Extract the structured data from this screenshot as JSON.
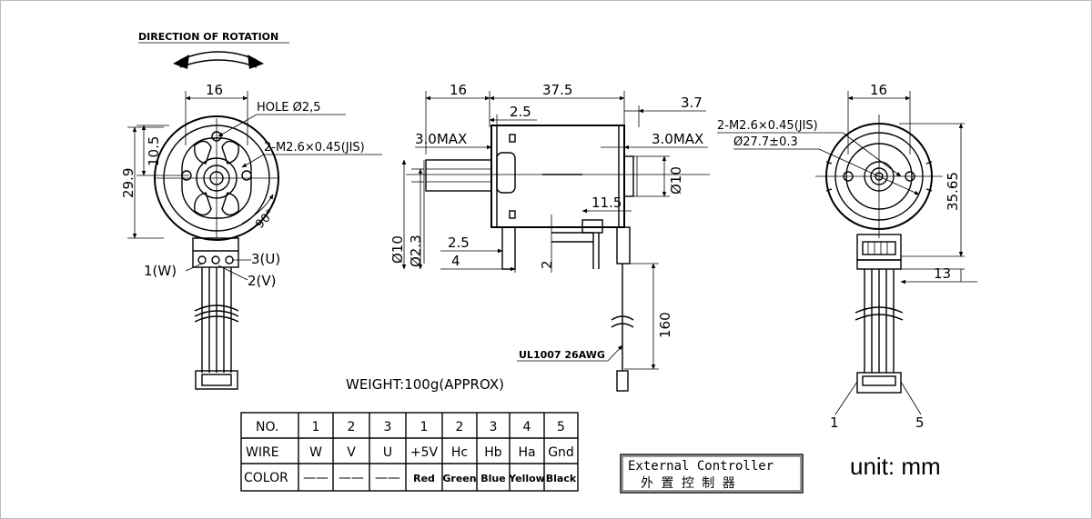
{
  "labels": {
    "direction": "DIRECTION OF ROTATION",
    "left_16": "16",
    "hole": "HOLE Ø2,5",
    "screw_left": "2-M2.6×0.45(JIS)",
    "d105": "10.5",
    "d299": "29.9",
    "angle": "90°",
    "w3": "3(U)",
    "w1": "1(W)",
    "w2": "2(V)",
    "side_16": "16",
    "side_375": "37.5",
    "side_37": "3.7",
    "side_25a": "2.5",
    "side_30a": "3.0MAX",
    "side_30b": "3.0MAX",
    "side_phi10r": "Ø10",
    "side_115": "11.5",
    "side_phi10": "Ø10",
    "side_phi23": "Ø2.3",
    "side_25b": "2.5",
    "side_4": "4",
    "side_2": "2",
    "side_160": "160",
    "cable": "UL1007 26AWG",
    "weight": "WEIGHT:100g(APPROX)",
    "right_16": "16",
    "screw_right": "2-M2.6×0.45(JIS)",
    "dia277": "Ø27.7±0.3",
    "d3565": "35.65",
    "d13": "13",
    "pin1": "1",
    "pin5": "5",
    "ext_en": "External Controller",
    "ext_cn": "外 置 控 制 器",
    "unit": "unit: mm"
  },
  "table": {
    "no_label": "NO.",
    "wire_label": "WIRE",
    "color_label": "COLOR",
    "columns": [
      {
        "no": "1",
        "wire": "W",
        "color": "——"
      },
      {
        "no": "2",
        "wire": "V",
        "color": "——"
      },
      {
        "no": "3",
        "wire": "U",
        "color": "——"
      },
      {
        "no": "1",
        "wire": "+5V",
        "color": "Red"
      },
      {
        "no": "2",
        "wire": "Hc",
        "color": "Green"
      },
      {
        "no": "3",
        "wire": "Hb",
        "color": "Blue"
      },
      {
        "no": "4",
        "wire": "Ha",
        "color": "Yellow"
      },
      {
        "no": "5",
        "wire": "Gnd",
        "color": "Black"
      }
    ]
  }
}
